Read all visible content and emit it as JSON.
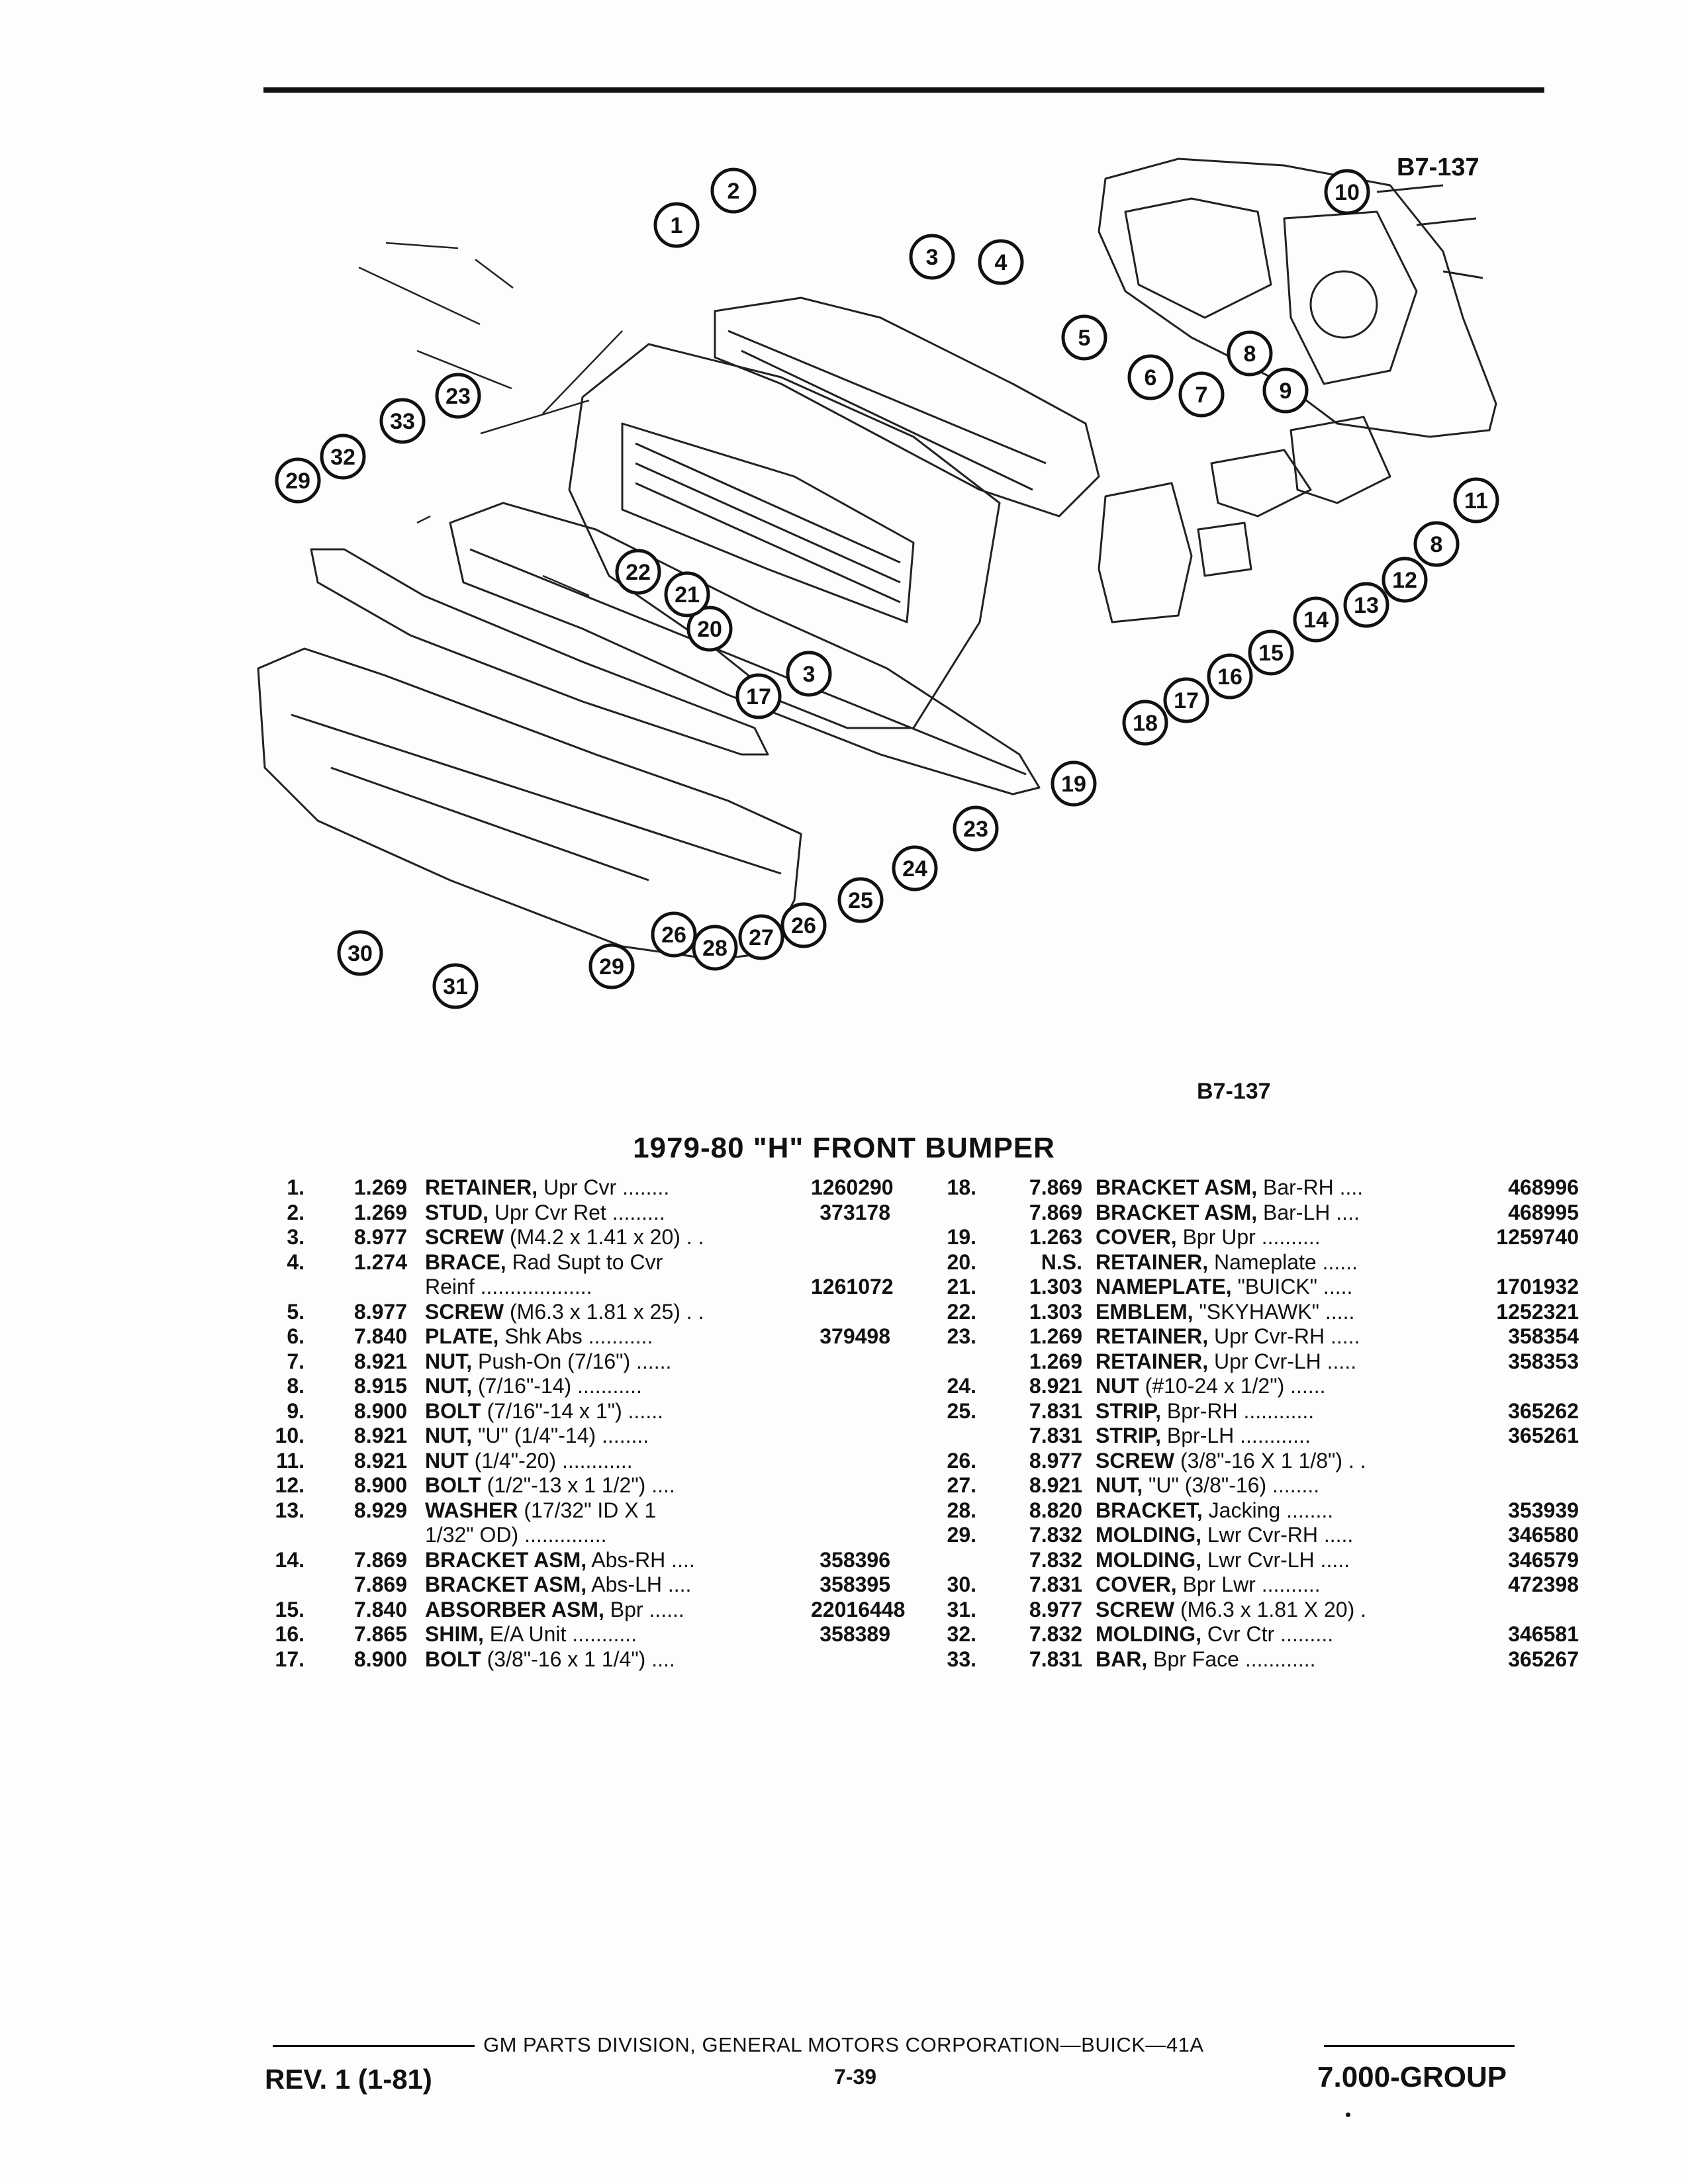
{
  "figure_code_top": "B7-137",
  "figure_code_bottom": "B7-137",
  "title": "1979-80 \"H\" FRONT BUMPER",
  "callouts": [
    "1",
    "2",
    "3",
    "4",
    "5",
    "6",
    "7",
    "8",
    "9",
    "10",
    "11",
    "8",
    "12",
    "13",
    "14",
    "15",
    "16",
    "17",
    "18",
    "19",
    "20",
    "21",
    "22",
    "23",
    "33",
    "32",
    "29",
    "3",
    "17",
    "23",
    "24",
    "25",
    "26",
    "27",
    "28",
    "26",
    "29",
    "30",
    "31"
  ],
  "parts_left": [
    {
      "num": "1.",
      "grp": "1.269",
      "name": "RETAINER,",
      "desc": "Upr Cvr ........",
      "pn": "1260290"
    },
    {
      "num": "2.",
      "grp": "1.269",
      "name": "STUD,",
      "desc": "Upr Cvr Ret .........",
      "pn": "373178"
    },
    {
      "num": "3.",
      "grp": "8.977",
      "name": "SCREW",
      "desc": "(M4.2 x 1.41 x 20) . .",
      "pn": ""
    },
    {
      "num": "4.",
      "grp": "1.274",
      "name": "BRACE,",
      "desc": "Rad Supt to Cvr",
      "pn": ""
    },
    {
      "num": "",
      "grp": "",
      "name": "",
      "desc": "Reinf ...................",
      "pn": "1261072"
    },
    {
      "num": "5.",
      "grp": "8.977",
      "name": "SCREW",
      "desc": "(M6.3 x 1.81 x 25) . .",
      "pn": ""
    },
    {
      "num": "6.",
      "grp": "7.840",
      "name": "PLATE,",
      "desc": "Shk Abs ...........",
      "pn": "379498"
    },
    {
      "num": "7.",
      "grp": "8.921",
      "name": "NUT,",
      "desc": "Push-On (7/16\") ......",
      "pn": ""
    },
    {
      "num": "8.",
      "grp": "8.915",
      "name": "NUT,",
      "desc": "(7/16\"-14) ...........",
      "pn": ""
    },
    {
      "num": "9.",
      "grp": "8.900",
      "name": "BOLT",
      "desc": "(7/16\"-14 x 1\") ......",
      "pn": ""
    },
    {
      "num": "10.",
      "grp": "8.921",
      "name": "NUT,",
      "desc": "\"U\" (1/4\"-14) ........",
      "pn": ""
    },
    {
      "num": "11.",
      "grp": "8.921",
      "name": "NUT",
      "desc": "(1/4\"-20) ............",
      "pn": ""
    },
    {
      "num": "12.",
      "grp": "8.900",
      "name": "BOLT",
      "desc": "(1/2\"-13 x 1 1/2\") ....",
      "pn": ""
    },
    {
      "num": "13.",
      "grp": "8.929",
      "name": "WASHER",
      "desc": "(17/32\" ID X 1",
      "pn": ""
    },
    {
      "num": "",
      "grp": "",
      "name": "",
      "desc": "1/32\" OD) ..............",
      "pn": ""
    },
    {
      "num": "14.",
      "grp": "7.869",
      "name": "BRACKET ASM,",
      "desc": "Abs-RH ....",
      "pn": "358396"
    },
    {
      "num": "",
      "grp": "7.869",
      "name": "BRACKET ASM,",
      "desc": "Abs-LH ....",
      "pn": "358395"
    },
    {
      "num": "15.",
      "grp": "7.840",
      "name": "ABSORBER ASM,",
      "desc": "Bpr ......",
      "pn": "22016448"
    },
    {
      "num": "16.",
      "grp": "7.865",
      "name": "SHIM,",
      "desc": "E/A Unit ...........",
      "pn": "358389"
    },
    {
      "num": "17.",
      "grp": "8.900",
      "name": "BOLT",
      "desc": "(3/8\"-16 x 1 1/4\") ....",
      "pn": ""
    }
  ],
  "parts_right": [
    {
      "num": "18.",
      "grp": "7.869",
      "name": "BRACKET ASM,",
      "desc": "Bar-RH ....",
      "pn": "468996"
    },
    {
      "num": "",
      "grp": "7.869",
      "name": "BRACKET ASM,",
      "desc": "Bar-LH ....",
      "pn": "468995"
    },
    {
      "num": "19.",
      "grp": "1.263",
      "name": "COVER,",
      "desc": "Bpr Upr ..........",
      "pn": "1259740"
    },
    {
      "num": "20.",
      "grp": "N.S.",
      "name": "RETAINER,",
      "desc": "Nameplate ......",
      "pn": ""
    },
    {
      "num": "21.",
      "grp": "1.303",
      "name": "NAMEPLATE,",
      "desc": "\"BUICK\" .....",
      "pn": "1701932"
    },
    {
      "num": "22.",
      "grp": "1.303",
      "name": "EMBLEM,",
      "desc": "\"SKYHAWK\" .....",
      "pn": "1252321"
    },
    {
      "num": "23.",
      "grp": "1.269",
      "name": "RETAINER,",
      "desc": "Upr Cvr-RH .....",
      "pn": "358354"
    },
    {
      "num": "",
      "grp": "1.269",
      "name": "RETAINER,",
      "desc": "Upr Cvr-LH .....",
      "pn": "358353"
    },
    {
      "num": "24.",
      "grp": "8.921",
      "name": "NUT",
      "desc": "(#10-24 x 1/2\") ......",
      "pn": ""
    },
    {
      "num": "25.",
      "grp": "7.831",
      "name": "STRIP,",
      "desc": "Bpr-RH ............",
      "pn": "365262"
    },
    {
      "num": "",
      "grp": "7.831",
      "name": "STRIP,",
      "desc": "Bpr-LH ............",
      "pn": "365261"
    },
    {
      "num": "26.",
      "grp": "8.977",
      "name": "SCREW",
      "desc": "(3/8\"-16 X 1 1/8\") . .",
      "pn": ""
    },
    {
      "num": "27.",
      "grp": "8.921",
      "name": "NUT,",
      "desc": "\"U\" (3/8\"-16) ........",
      "pn": ""
    },
    {
      "num": "28.",
      "grp": "8.820",
      "name": "BRACKET,",
      "desc": "Jacking ........",
      "pn": "353939"
    },
    {
      "num": "29.",
      "grp": "7.832",
      "name": "MOLDING,",
      "desc": "Lwr Cvr-RH .....",
      "pn": "346580"
    },
    {
      "num": "",
      "grp": "7.832",
      "name": "MOLDING,",
      "desc": "Lwr Cvr-LH .....",
      "pn": "346579"
    },
    {
      "num": "30.",
      "grp": "7.831",
      "name": "COVER,",
      "desc": "Bpr Lwr ..........",
      "pn": "472398"
    },
    {
      "num": "31.",
      "grp": "8.977",
      "name": "SCREW",
      "desc": "(M6.3 x 1.81 X 20) .",
      "pn": ""
    },
    {
      "num": "32.",
      "grp": "7.832",
      "name": "MOLDING,",
      "desc": "Cvr Ctr .........",
      "pn": "346581"
    },
    {
      "num": "33.",
      "grp": "7.831",
      "name": "BAR,",
      "desc": "Bpr Face ............",
      "pn": "365267"
    }
  ],
  "footer": {
    "division": "GM PARTS DIVISION, GENERAL MOTORS CORPORATION—BUICK—41A",
    "revision": "REV. 1 (1-81)",
    "page": "7-39",
    "group": "7.000-GROUP"
  }
}
